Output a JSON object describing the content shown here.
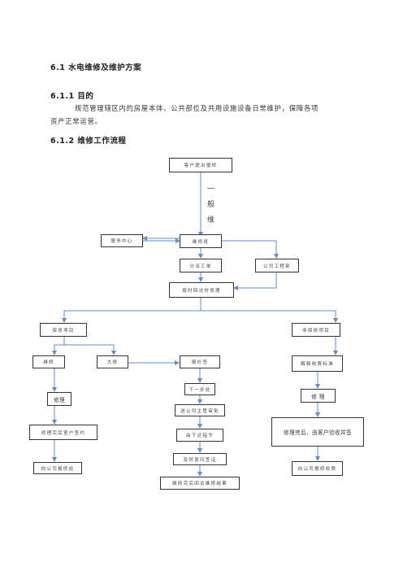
{
  "section": {
    "heading": "6.1 水电维修及维护方案",
    "purpose_heading": "6.1.1 目的",
    "purpose_text_1": "规范管理辖区内的房屋本体、公共部位及共用设施设备日常维护，保障各项",
    "purpose_text_2": "资产正常运营。",
    "flow_heading": "6.1.2 维修工作流程"
  },
  "flowchart": {
    "customer": "客户提出报修",
    "vertical_label": [
      "一",
      "般",
      "维"
    ],
    "service_center": "服务中心",
    "repair_team": "维修班",
    "dispatch": "分派工单",
    "engineering": "公司工程部",
    "callback": "按时回访时修理",
    "warranty": "保修项目",
    "non_warranty": "非保修项目",
    "minor": "维修",
    "major": "大修",
    "quote": "报价签",
    "repair": "修理",
    "repair_signoff": "修理完后室户签约",
    "report_repair": "向公司报修处",
    "next_step": "下一步处",
    "submit": "送公司主管审批",
    "wait_order": "由下达指令",
    "auth": "及时复印签证",
    "result": "维修完后回访维修结果",
    "explain_fee": "解释收费标准",
    "fix": "修 理",
    "after_fix": "修理完后，由客户验收并签",
    "report_fee": "向公司报修收费"
  }
}
